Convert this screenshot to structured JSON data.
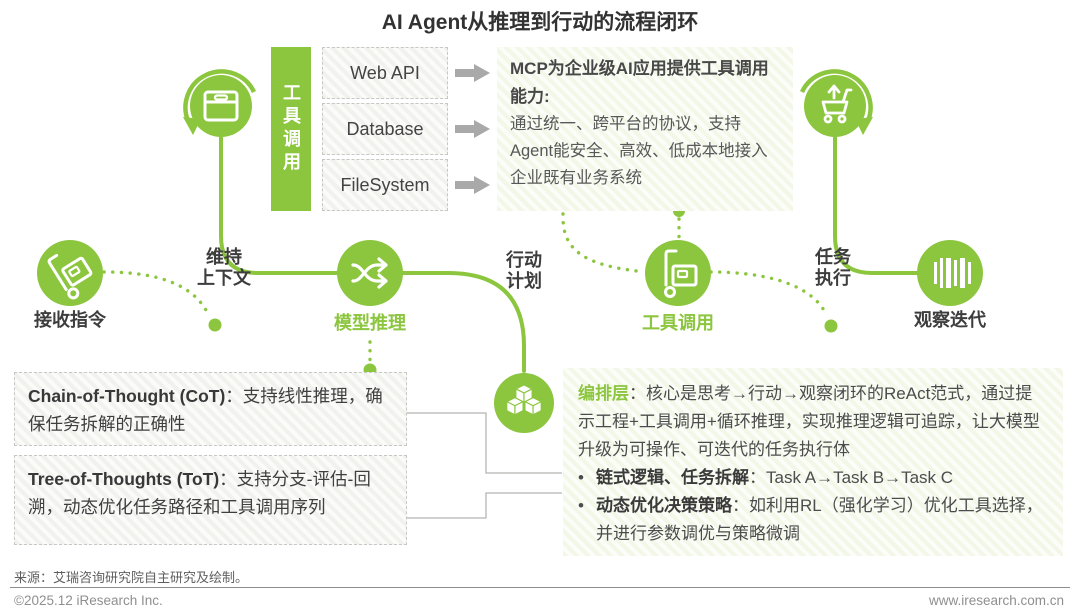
{
  "title": "AI Agent从推理到行动的流程闭环",
  "tools": {
    "bar_label": "工具调用",
    "items": [
      {
        "label": "Web API"
      },
      {
        "label": "Database"
      },
      {
        "label": "FileSystem"
      }
    ],
    "mcp_heading": "MCP为企业级AI应用提供工具调用能力:",
    "mcp_body": "通过统一、跨平台的协议，支持Agent能安全、高效、低成本地接入企业既有业务系统"
  },
  "flow": {
    "receive": "接收指令",
    "reason": "模型推理",
    "tool_call": "工具调用",
    "observe": "观察迭代",
    "edge_maintain": [
      "维持",
      "上下文"
    ],
    "edge_action": [
      "行动",
      "计划"
    ],
    "edge_task": [
      "任务",
      "执行"
    ]
  },
  "reasoning": [
    {
      "bold": "Chain-of-Thought (CoT)",
      "rest": "：支持线性推理，确保任务拆解的正确性"
    },
    {
      "bold": "Tree-of-Thoughts (ToT)",
      "rest": "：支持分支-评估-回溯，动态优化任务路径和工具调用序列"
    }
  ],
  "orchestration": {
    "label": "编排层",
    "intro": "：核心是思考→行动→观察闭环的ReAct范式，通过提示工程+工具调用+循环推理，实现推理逻辑可追踪，让大模型升级为可操作、可迭代的任务执行体",
    "bullet_char": "•",
    "bullets": [
      {
        "bold": "链式逻辑、任务拆解",
        "rest": "：Task A→Task B→Task C"
      },
      {
        "bold": "动态优化决策策略",
        "rest": "：如利用RL（强化学习）优化工具选择，并进行参数调优与策略微调"
      }
    ]
  },
  "footer": {
    "source": "来源：艾瑞咨询研究院自主研究及绘制。",
    "copyright": "©2025.12 iResearch Inc.",
    "site": "www.iresearch.com.cn"
  },
  "colors": {
    "green": "#8CC63F",
    "dark": "#3D3D3D",
    "gray_arrow": "#A9A9A9"
  }
}
